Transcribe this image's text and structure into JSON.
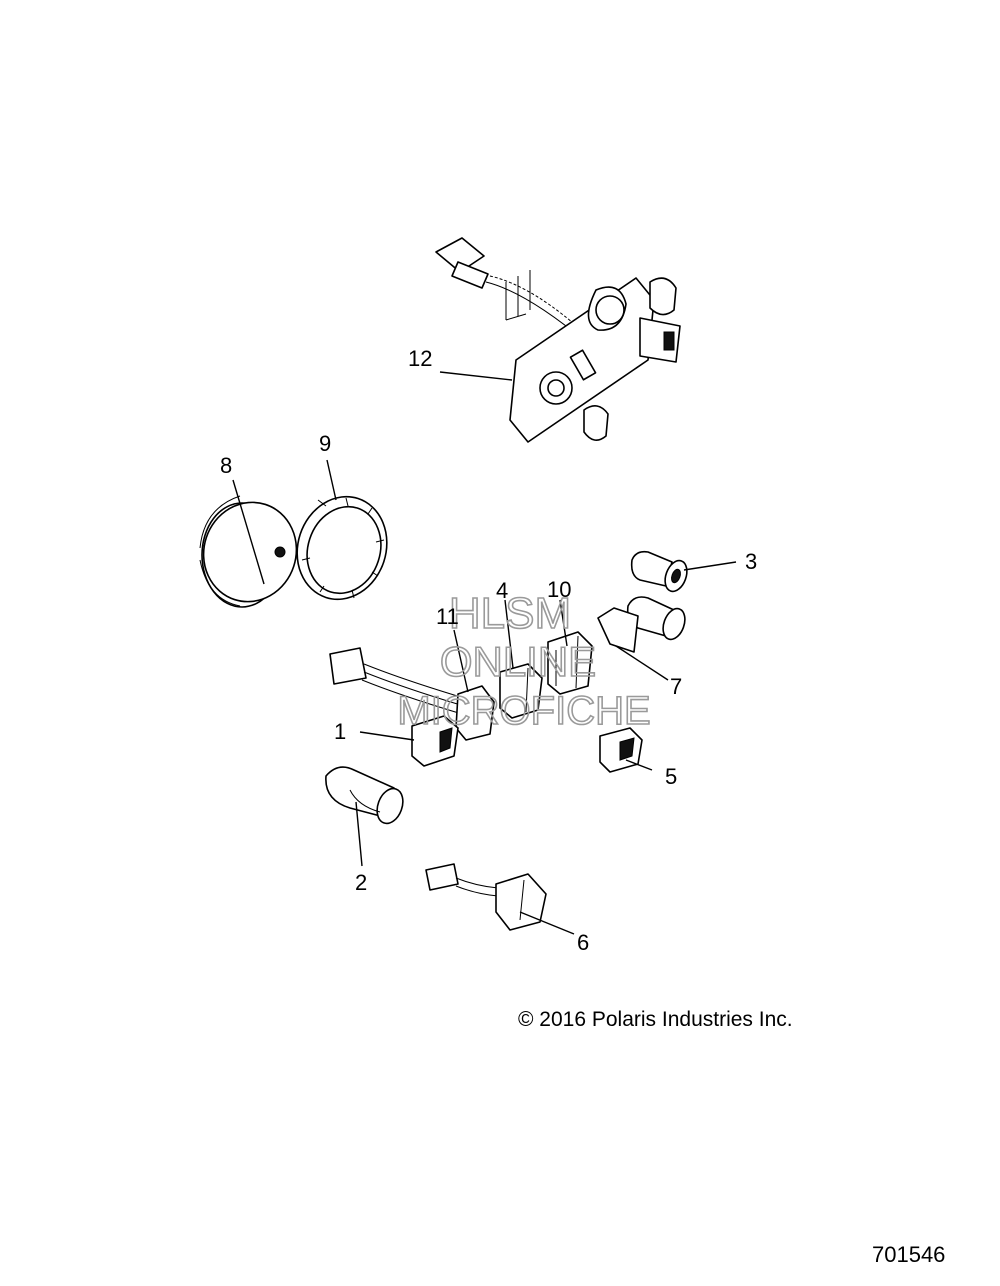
{
  "callouts": [
    "1",
    "2",
    "3",
    "4",
    "5",
    "6",
    "7",
    "8",
    "9",
    "10",
    "11",
    "12"
  ],
  "watermark": {
    "line1": "HLSM",
    "line2": "ONLINE",
    "line3": "MICROFICHE"
  },
  "copyright": "© 2016 Polaris Industries Inc.",
  "diagram_id": "701546"
}
